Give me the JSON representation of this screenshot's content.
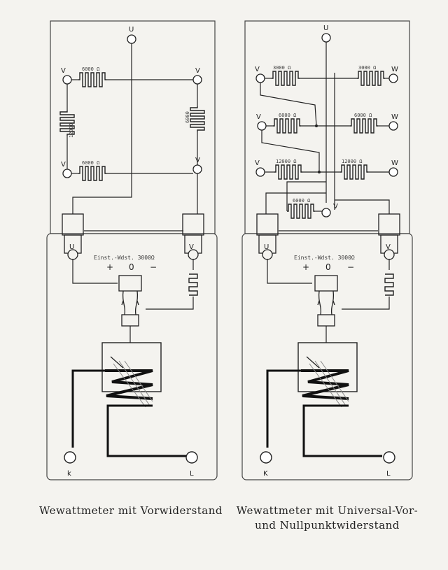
{
  "left_diagram": {
    "terminals": {
      "u_top": "U",
      "v_tl": "V",
      "v_tr": "V",
      "v_bl": "V",
      "v_br": "V",
      "u_meter": "U",
      "v_meter": "V",
      "k": "k",
      "l": "L"
    },
    "resistors": {
      "top": "6000 Ω",
      "left": "12000",
      "right": "6000",
      "bottom": "6000 Ω"
    },
    "meter": {
      "label": "Einst.-Wdst. 3000Ω",
      "plus": "+",
      "zero": "0",
      "minus": "−"
    }
  },
  "right_diagram": {
    "terminals": {
      "u_top": "U",
      "v_r1": "V",
      "w_r1": "W",
      "v_r2": "V",
      "w_r2": "W",
      "v_r3": "V",
      "w_r3": "W",
      "v_low": "V",
      "u_meter": "U",
      "v_meter": "V",
      "k": "K",
      "l": "L"
    },
    "resistors": {
      "r1_left": "3000 Ω",
      "r1_right": "3000 Ω",
      "r2_left": "6000 Ω",
      "r2_right": "6000 Ω",
      "r3_left": "12000 Ω",
      "r3_right": "12000 Ω",
      "low": "6000 Ω"
    },
    "meter": {
      "label": "Einst.-Wdst. 3000Ω",
      "plus": "+",
      "zero": "0",
      "minus": "−"
    }
  },
  "captions": {
    "left": "Wewattmeter mit Vorwiderstand",
    "right": "Wewattmeter mit Universal-Vor- und Nullpunktwiderstand"
  }
}
